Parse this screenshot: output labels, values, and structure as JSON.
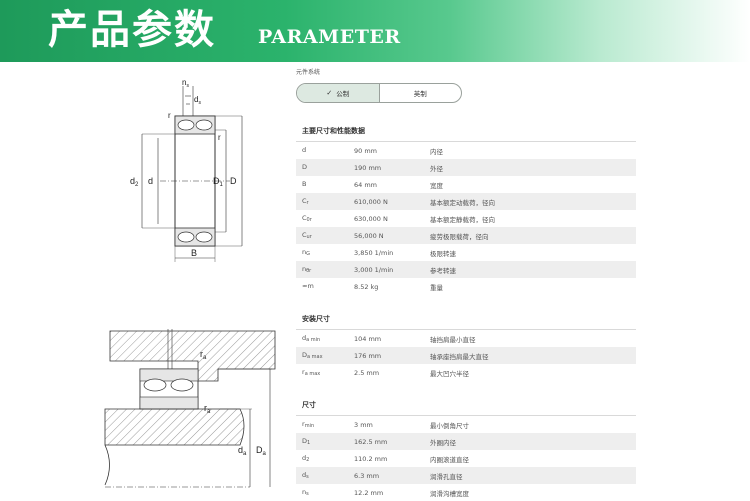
{
  "banner": {
    "title_cn": "产品参数",
    "title_en": "PARAMETER"
  },
  "unit_system": {
    "label": "元件系统",
    "options": [
      "公制",
      "英制"
    ],
    "selected": "公制"
  },
  "drawing_top": {
    "labels": {
      "ns": "n",
      "ns_sub": "s",
      "ds": "d",
      "ds_sub": "s",
      "r1": "r",
      "r2": "r",
      "d2": "d",
      "d2_sub": "2",
      "d": "d",
      "D1": "D",
      "D1_sub": "1",
      "D": "D",
      "B": "B"
    }
  },
  "drawing_bottom": {
    "labels": {
      "ra1": "r",
      "ra1_sub": "a",
      "ra2": "r",
      "ra2_sub": "a",
      "da": "d",
      "da_sub": "a",
      "Da": "D",
      "Da_sub": "a"
    }
  },
  "sections": [
    {
      "title": "主要尺寸和性能数据",
      "rows": [
        {
          "sym": "d",
          "sub": "",
          "value": "90 mm",
          "desc": "内径"
        },
        {
          "sym": "D",
          "sub": "",
          "value": "190 mm",
          "desc": "外径"
        },
        {
          "sym": "B",
          "sub": "",
          "value": "64 mm",
          "desc": "宽度"
        },
        {
          "sym": "C",
          "sub": "r",
          "value": "610,000 N",
          "desc": "基本额定动载荷，径向"
        },
        {
          "sym": "C",
          "sub": "0r",
          "value": "630,000 N",
          "desc": "基本额定静载荷，径向"
        },
        {
          "sym": "C",
          "sub": "ur",
          "value": "56,000 N",
          "desc": "疲劳极限载荷，径向"
        },
        {
          "sym": "n",
          "sub": "G",
          "value": "3,850 1/min",
          "desc": "极限转速"
        },
        {
          "sym": "n",
          "sub": "θr",
          "value": "3,000 1/min",
          "desc": "参考转速"
        },
        {
          "sym": "≈m",
          "sub": "",
          "value": "8.52 kg",
          "desc": "重量"
        }
      ]
    },
    {
      "title": "安装尺寸",
      "rows": [
        {
          "sym": "d",
          "sub": "a min",
          "value": "104 mm",
          "desc": "轴挡肩最小直径"
        },
        {
          "sym": "D",
          "sub": "a max",
          "value": "176 mm",
          "desc": "轴承座挡肩最大直径"
        },
        {
          "sym": "r",
          "sub": "a max",
          "value": "2.5 mm",
          "desc": "最大凹穴半径"
        }
      ]
    },
    {
      "title": "尺寸",
      "rows": [
        {
          "sym": "r",
          "sub": "min",
          "value": "3 mm",
          "desc": "最小倒角尺寸"
        },
        {
          "sym": "D",
          "sub": "1",
          "value": "162.5 mm",
          "desc": "外圈内径"
        },
        {
          "sym": "d",
          "sub": "2",
          "value": "110.2 mm",
          "desc": "内圈滚道直径"
        },
        {
          "sym": "d",
          "sub": "s",
          "value": "6.3 mm",
          "desc": "润滑孔直径"
        },
        {
          "sym": "n",
          "sub": "s",
          "value": "12.2 mm",
          "desc": "润滑沟槽宽度"
        }
      ]
    }
  ],
  "colors": {
    "banner_green": "#2bb36c",
    "toggle_active": "#dde9e1",
    "row_alt": "#eeeeee"
  }
}
